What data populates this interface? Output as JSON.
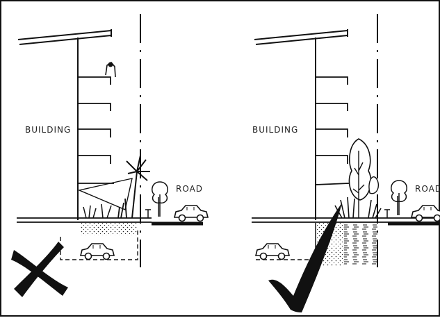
{
  "left_panel": {
    "building_label": "BUILDING",
    "road_label": "ROAD",
    "verdict_mark": "cross-mark-icon"
  },
  "right_panel": {
    "building_label": "BUILDING",
    "road_label": "ROAD",
    "verdict_mark": "check-mark-icon"
  },
  "colors": {
    "ink": "#111111",
    "background": "#ffffff"
  }
}
